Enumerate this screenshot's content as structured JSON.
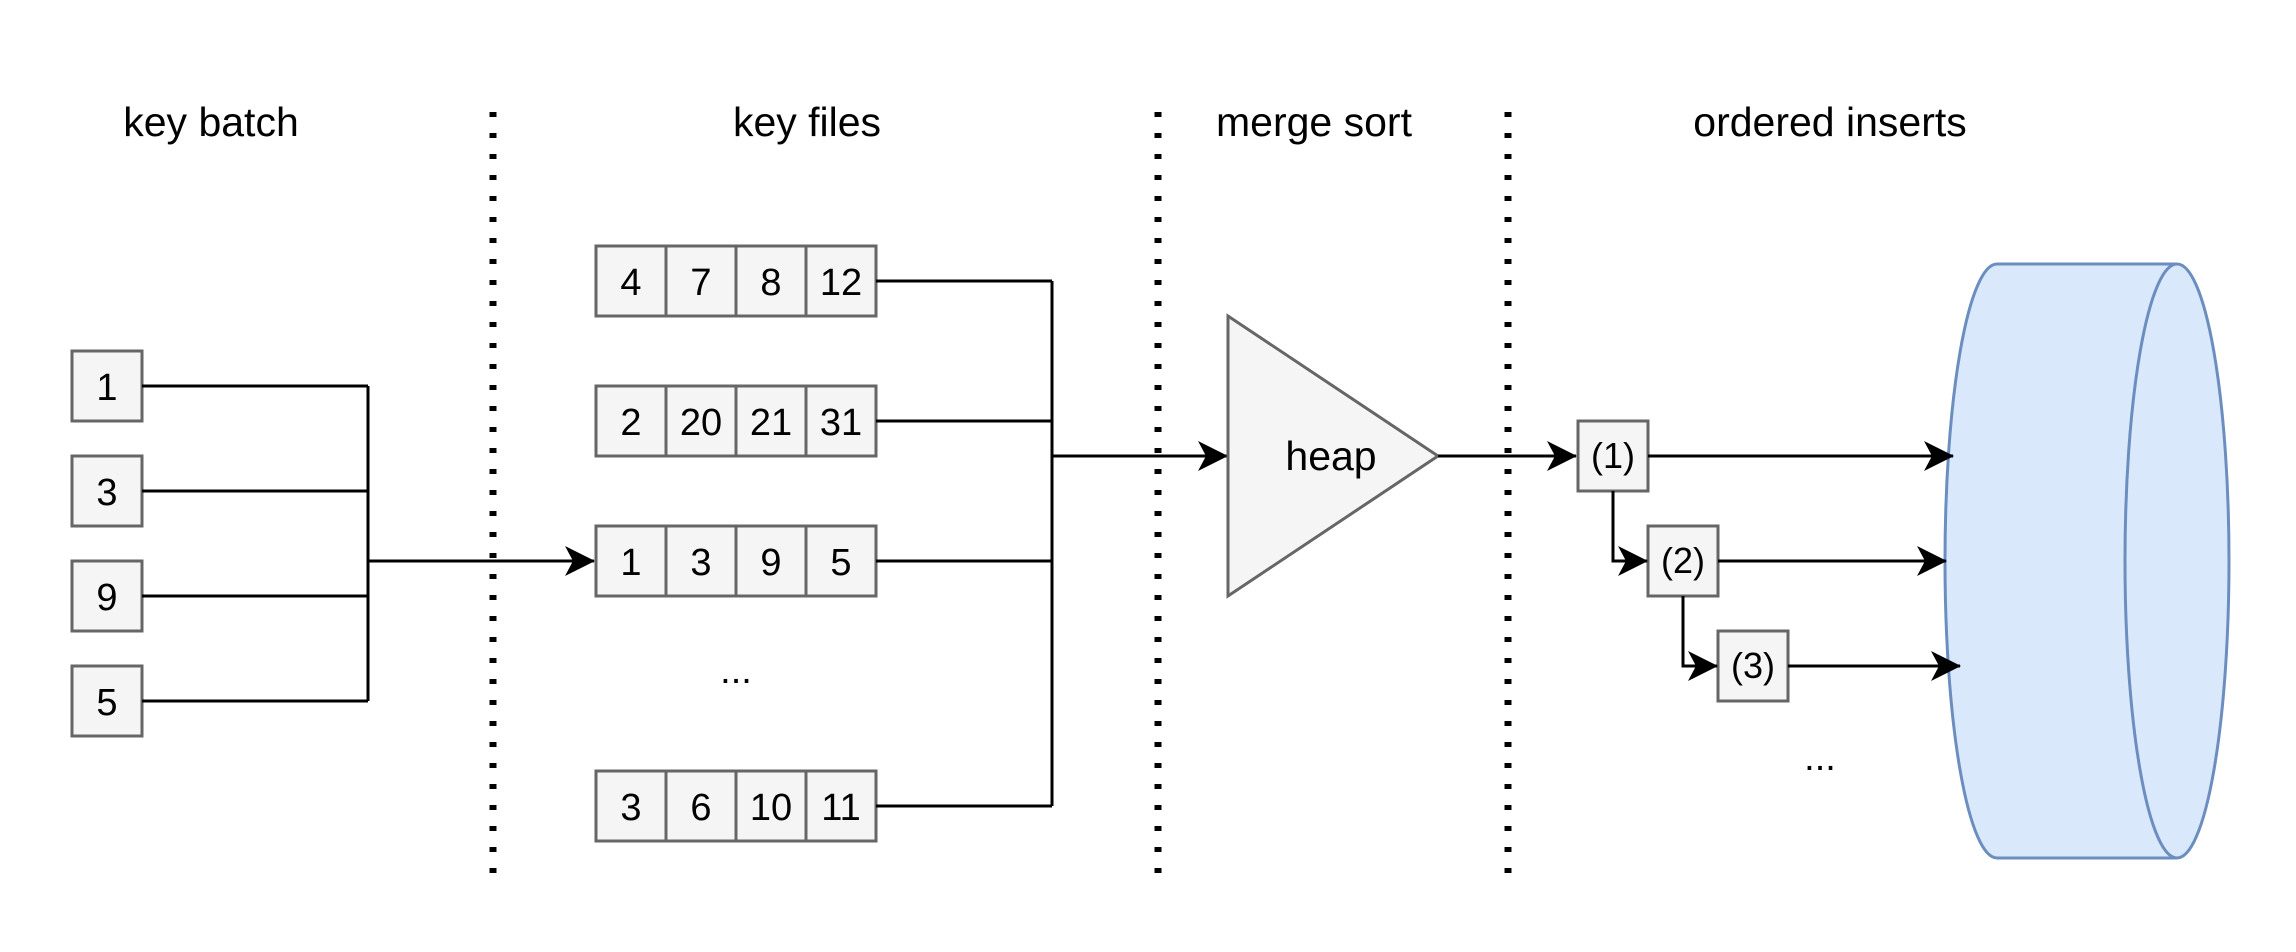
{
  "sections": {
    "key_batch": "key batch",
    "key_files": "key files",
    "merge_sort": "merge sort",
    "ordered_inserts": "ordered inserts"
  },
  "key_batch": [
    "1",
    "3",
    "9",
    "5"
  ],
  "key_files": [
    [
      "4",
      "7",
      "8",
      "12"
    ],
    [
      "2",
      "20",
      "21",
      "31"
    ],
    [
      "1",
      "3",
      "9",
      "5"
    ],
    [
      "3",
      "6",
      "10",
      "11"
    ]
  ],
  "key_files_ellipsis": "...",
  "heap_label": "heap",
  "ordered_inserts": [
    "(1)",
    "(2)",
    "(3)"
  ],
  "inserts_ellipsis": "...",
  "colors": {
    "cell_fill": "#f5f5f5",
    "cell_stroke": "#666666",
    "database_fill": "#dae8fc",
    "database_stroke": "#6c8ebf"
  }
}
